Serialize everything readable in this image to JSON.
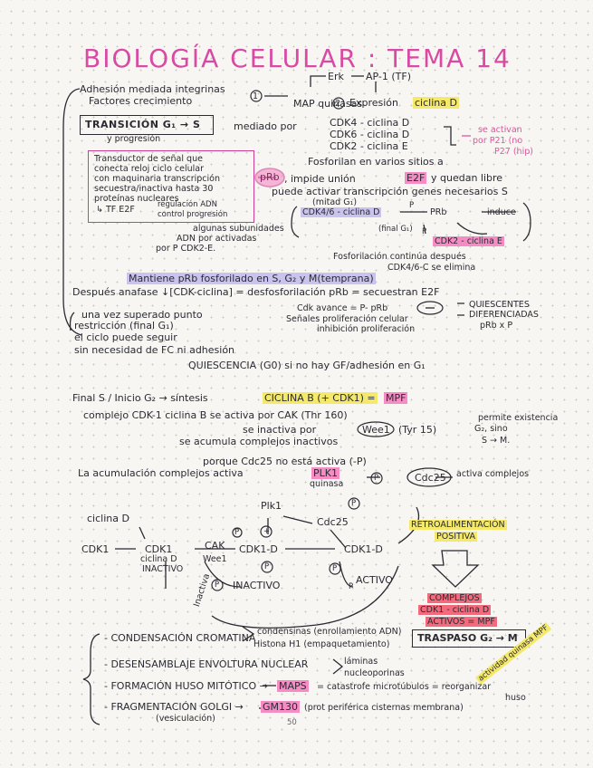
{
  "title": "BIOLOGÍA CELULAR : TEMA 14",
  "page_number": "50",
  "s1": {
    "adhesion": "Adhesión mediada integrinas",
    "factores": "Factores crecimiento",
    "circle1": "1",
    "map": "MAP quinasas",
    "circle2": "2",
    "erk": "Erk",
    "ap1": "AP-1 (TF)",
    "expresion": "Expresión",
    "ciclina_d": "ciclina D",
    "transicion": "TRANSICIÓN  G₁ → S",
    "progresion": "y progresión",
    "mediado": "mediado por",
    "cdk4": "CDK4 - ciclina D",
    "cdk6": "CDK6 - ciclina D",
    "cdk2": "CDK2 - ciclina E",
    "activan": "se activan",
    "por_p21": "por P21 (no",
    "p27": "P27 (hip)",
    "traductor": [
      "Transductor de señal que",
      "conecta reloj ciclo celular",
      "con maquinaria transcripción",
      "secuestra/inactiva hasta 30",
      "proteínas nucleares"
    ],
    "tf_e2f": "↳ TF E2F",
    "regulacion": "regulación ADN",
    "control": "control progresión",
    "prb": "pRb",
    "fosforilan": "Fosforilan en varios sitios a",
    "impide": ", impide unión",
    "e2f": "E2F",
    "quedan_libre": "y quedan libre",
    "puede_activar": "puede activar transcripción genes necesarios S",
    "mitad": "(mitad G₁)",
    "cdk46": "CDK4/6 - ciclina D",
    "p_label": "P",
    "prb2": "PRb",
    "induce": "induce",
    "final_g1": "(final G₁)",
    "p_label2": "P",
    "cdk2_e": "CDK2 - ciclina E",
    "algunas": "algunas subunidades",
    "adn_por": "ADN por activadas",
    "por_p": "por P  CDK2-E.",
    "fosforilacion": "Fosforilación continúa después",
    "cdk46_elimina": "CDK4/6-C se elimina",
    "mantiene": "Mantiene pRb fosforilado en S, G₂ y M(temprana)",
    "despues": "Después anafase  ↓[CDK-ciclina] = desfosforilación pRb = secuestran E2F",
    "cdk_avance": "Cdk avance = P- pRb",
    "senales": "Señales proliferación celular",
    "inhibicion": "inhibición proliferación",
    "quiescentes": "QUIESCENTES",
    "diferenciadas": "DIFERENCIADAS",
    "prb_p": "pRb x P",
    "una_vez": "una vez superado punto",
    "restriccion": "restricción (final G₁)",
    "el_ciclo": "el ciclo puede seguir",
    "sin_necesidad": "sin necesidad de FC ni adhesión",
    "quiescencia": "QUIESCENCIA (G0) si no hay GF/adhesión en G₁"
  },
  "s2": {
    "final_s": "Final S / Inicio G₂ → síntesis",
    "ciclina_b": "CICLINA B (+ CDK1) =",
    "mpf": "MPF",
    "complejo": "complejo CDK-1 ciclina B  se activa por  CAK (Thr 160)",
    "permite": "permite existencia",
    "se_inactiva": "se inactiva por",
    "wee1": "Wee1",
    "tyr15": "(Tyr 15)",
    "g2_sino": "G₂, sino",
    "s_m": "S → M.",
    "acumula": "se acumula complejos inactivos",
    "porque": "porque Cdc25 no está activa (-P)",
    "la_acumulacion": "La acumulación complejos activa",
    "plk1": "PLK1",
    "quinasa": "quinasa",
    "circle_p": "P",
    "cdc25": "Cdc25",
    "activa_complejos": "activa complejos",
    "ciclina_d": "ciclina D",
    "plk1_b": "Plk1",
    "cdc25_b": "Cdc25",
    "p1": "P",
    "plus": "+",
    "p2": "P",
    "cdk1": "CDK1",
    "cdk1_2": "CDK1",
    "ciclina_d2": "ciclina D",
    "inactivo": "INACTIVO",
    "cak": "CAK",
    "wee1_b": "Wee1",
    "cdk1_d": "CDK1-D",
    "cdk1_d2": "CDK1-D",
    "p3": "P",
    "p4": "P",
    "p5": "P",
    "inactiva_label": "Inactiva",
    "p6": "P",
    "inactivo2": "INACTIVO",
    "activo": "ACTIVO",
    "retro": "RETROALIMENTACIÓN",
    "positiva": "POSITIVA",
    "complejos": "COMPLEJOS",
    "cdk1_ciclina": "CDK1 - ciclina D",
    "activos": "ACTIVOS = MPF",
    "traspaso": "TRASPASO G₂ → M",
    "actividad": "actividad quinasa MPF"
  },
  "s3": {
    "condensacion": "- CONDENSACIÓN CROMATINA",
    "condensinas": "condensinas (enrollamiento ADN)",
    "histona": "Histona H1 (empaquetamiento)",
    "desensamblaje": "- DESENSAMBLAJE ENVOLTURA NUCLEAR",
    "laminas": "láminas",
    "nucleoporinas": "nucleoporinas",
    "formacion": "- FORMACIÓN HUSO MITÓTICO →",
    "maps": "MAPS",
    "catastrofe": "= catastrofe microtúbulos = reorganizar",
    "huso": "huso",
    "fragmentacion": "- FRAGMENTACIÓN GOLGI →",
    "gm130": "GM130",
    "prot": "(prot periférica cisternas membrana)",
    "vesiculacion": "(vesiculación)"
  },
  "colors": {
    "title_pink": "#d84aa3",
    "highlight_yellow": "#f4e96a",
    "highlight_pink": "#f58cc4",
    "highlight_lavender": "#c9c3ee",
    "highlight_red": "#f26a7c",
    "ink": "#2a2a33"
  }
}
